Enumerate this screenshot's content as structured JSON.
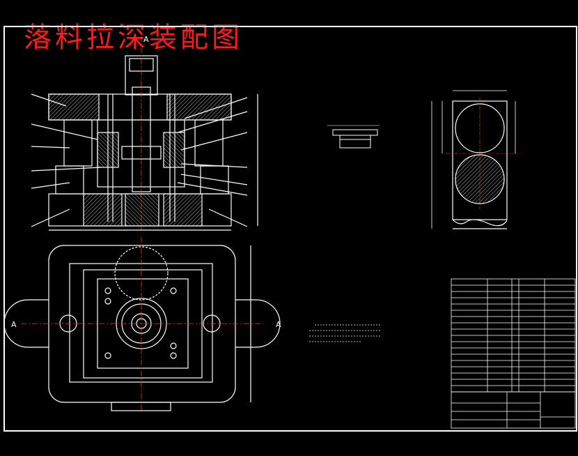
{
  "sheet": {
    "title": "落料拉深装配图",
    "section_marker_left": "A",
    "section_marker_right": "A",
    "section_marker_top": "A"
  },
  "colors": {
    "background": "#000000",
    "lines": "#ffffff",
    "title": "#ff1a1a",
    "centerline": "#ff3030",
    "hatch": "#cccccc"
  }
}
